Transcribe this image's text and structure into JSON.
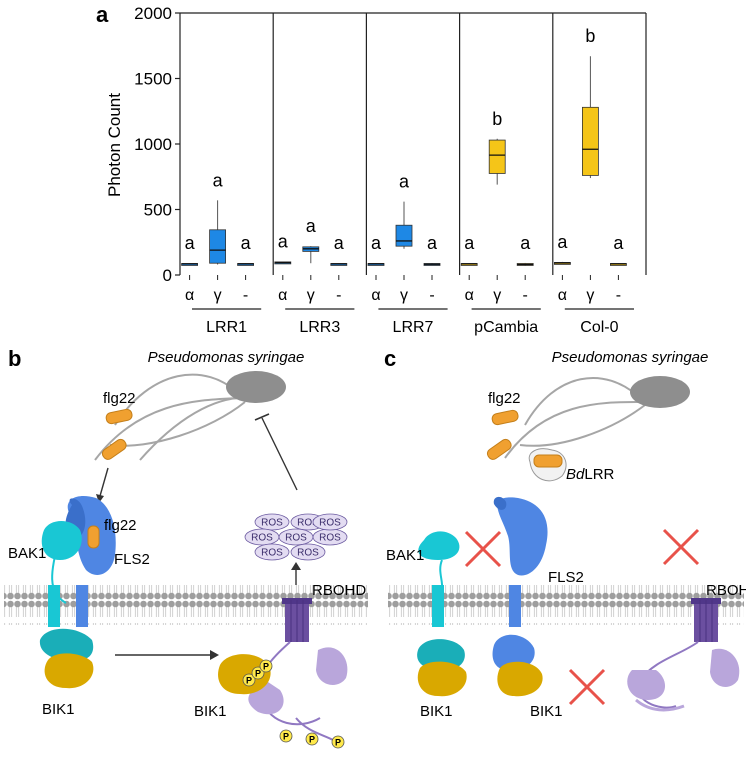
{
  "panels": {
    "a": "a",
    "b": "b",
    "c": "c"
  },
  "chart_data": {
    "type": "box",
    "ylabel": "Photon Count",
    "ylim": [
      0,
      2000
    ],
    "yticks": [
      0,
      500,
      1000,
      1500,
      2000
    ],
    "condition_labels": [
      "α",
      "γ",
      "-"
    ],
    "groups": [
      {
        "name": "LRR1",
        "boxes": [
          {
            "cond": "α",
            "min": 80,
            "q1": 82,
            "median": 85,
            "q3": 88,
            "max": 90,
            "color": "#1e88e5",
            "letter": "a"
          },
          {
            "cond": "γ",
            "min": 80,
            "q1": 90,
            "median": 190,
            "q3": 345,
            "max": 570,
            "color": "#1e88e5",
            "letter": "a"
          },
          {
            "cond": "-",
            "min": 80,
            "q1": 82,
            "median": 85,
            "q3": 88,
            "max": 90,
            "color": "#1e88e5",
            "letter": "a"
          }
        ]
      },
      {
        "name": "LRR3",
        "boxes": [
          {
            "cond": "α",
            "min": 88,
            "q1": 90,
            "median": 95,
            "q3": 100,
            "max": 102,
            "color": "#1e88e5",
            "letter": "a"
          },
          {
            "cond": "γ",
            "min": 90,
            "q1": 180,
            "median": 200,
            "q3": 215,
            "max": 220,
            "color": "#1e88e5",
            "letter": "a"
          },
          {
            "cond": "-",
            "min": 80,
            "q1": 82,
            "median": 85,
            "q3": 88,
            "max": 90,
            "color": "#1e88e5",
            "letter": "a"
          }
        ]
      },
      {
        "name": "LRR7",
        "boxes": [
          {
            "cond": "α",
            "min": 80,
            "q1": 82,
            "median": 85,
            "q3": 88,
            "max": 90,
            "color": "#1e88e5",
            "letter": "a"
          },
          {
            "cond": "γ",
            "min": 200,
            "q1": 220,
            "median": 260,
            "q3": 380,
            "max": 560,
            "color": "#1e88e5",
            "letter": "a"
          },
          {
            "cond": "-",
            "min": 75,
            "q1": 78,
            "median": 82,
            "q3": 88,
            "max": 92,
            "color": "#1e88e5",
            "letter": "a"
          }
        ]
      },
      {
        "name": "pCambia",
        "boxes": [
          {
            "cond": "α",
            "min": 80,
            "q1": 82,
            "median": 85,
            "q3": 88,
            "max": 90,
            "color": "#f5c518",
            "letter": "a"
          },
          {
            "cond": "γ",
            "min": 690,
            "q1": 775,
            "median": 915,
            "q3": 1030,
            "max": 1040,
            "color": "#f5c518",
            "letter": "b"
          },
          {
            "cond": "-",
            "min": 70,
            "q1": 75,
            "median": 80,
            "q3": 88,
            "max": 92,
            "color": "#f5c518",
            "letter": "a"
          }
        ]
      },
      {
        "name": "Col-0",
        "boxes": [
          {
            "cond": "α",
            "min": 85,
            "q1": 88,
            "median": 92,
            "q3": 96,
            "max": 100,
            "color": "#f5c518",
            "letter": "a"
          },
          {
            "cond": "γ",
            "min": 740,
            "q1": 760,
            "median": 960,
            "q3": 1280,
            "max": 1670,
            "color": "#f5c518",
            "letter": "b"
          },
          {
            "cond": "-",
            "min": 80,
            "q1": 82,
            "median": 85,
            "q3": 88,
            "max": 90,
            "color": "#f5c518",
            "letter": "a"
          }
        ]
      }
    ]
  },
  "schematic_b": {
    "bacterium": "Pseudomonas syringae",
    "flg22_top": "flg22",
    "flg22_bound": "flg22",
    "bak1": "BAK1",
    "fls2": "FLS2",
    "bik1_left": "BIK1",
    "bik1_right": "BIK1",
    "rbohd": "RBOHD",
    "ros": [
      "ROS",
      "ROS",
      "ROS",
      "ROS",
      "ROS",
      "ROS",
      "ROS",
      "ROS"
    ],
    "phospho": [
      "P",
      "P",
      "P",
      "P",
      "P",
      "P"
    ]
  },
  "schematic_c": {
    "bacterium": "Pseudomonas syringae",
    "flg22": "flg22",
    "bdlrr_italic": "Bd",
    "bdlrr_rest": "LRR",
    "bak1": "BAK1",
    "fls2": "FLS2",
    "bik1_left": "BIK1",
    "bik1_right": "BIK1",
    "rbohd": "RBOHD"
  },
  "colors": {
    "blue_box": "#1e88e5",
    "yellow_box": "#f5c518",
    "bak1": "#19c7d4",
    "fls2": "#4f86e3",
    "bik1": "#d9a800",
    "rbohd": "#6b4fa0",
    "purple_light": "#b9a6db",
    "flg22": "#f0a030",
    "cross": "#e8524a",
    "membrane": "#9e9e9e"
  }
}
